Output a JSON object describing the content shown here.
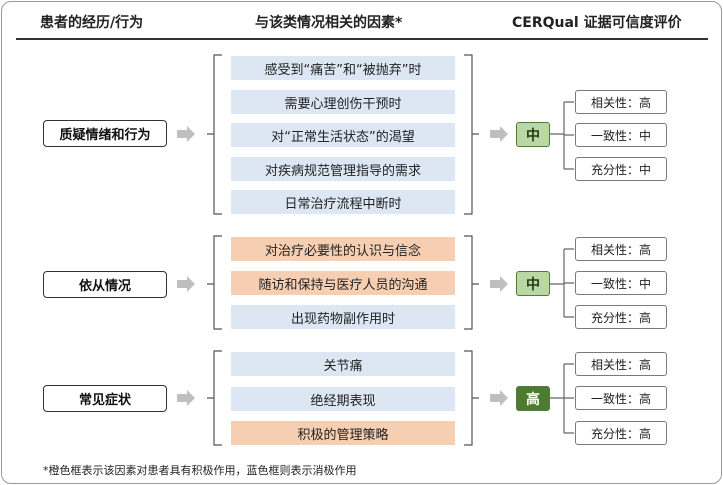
{
  "headers": {
    "experience": "患者的经历/行为",
    "factors": "与该类情况相关的因素*",
    "cerqual": "CERQual 证据可信度评价"
  },
  "groups": [
    {
      "category": "质疑情绪和行为",
      "factors": [
        {
          "text": "感受到“痛苦”和“被抛弃”时",
          "type": "blue"
        },
        {
          "text": "需要心理创伤干预时",
          "type": "blue"
        },
        {
          "text": "对“正常生活状态”的渴望",
          "type": "blue"
        },
        {
          "text": "对疾病规范管理指导的需求",
          "type": "blue"
        },
        {
          "text": "日常治疗流程中断时",
          "type": "blue"
        }
      ],
      "confidence": "中",
      "confidence_style": "light",
      "criteria": [
        "相关性：高",
        "一致性：中",
        "充分性：中"
      ]
    },
    {
      "category": "依从情况",
      "factors": [
        {
          "text": "对治疗必要性的认识与信念",
          "type": "orange"
        },
        {
          "text": "随访和保持与医疗人员的沟通",
          "type": "orange"
        },
        {
          "text": "出现药物副作用时",
          "type": "blue"
        }
      ],
      "confidence": "中",
      "confidence_style": "light",
      "criteria": [
        "相关性：高",
        "一致性：中",
        "充分性：高"
      ]
    },
    {
      "category": "常见症状",
      "factors": [
        {
          "text": "关节痛",
          "type": "blue"
        },
        {
          "text": "绝经期表现",
          "type": "blue"
        },
        {
          "text": "积极的管理策略",
          "type": "orange"
        }
      ],
      "confidence": "高",
      "confidence_style": "dark",
      "criteria": [
        "相关性：高",
        "一致性：高",
        "充分性：高"
      ]
    }
  ],
  "footnote": "*橙色框表示该因素对患者具有积极作用，蓝色框则表示消极作用",
  "colors": {
    "factor_blue": "#dde7f4",
    "factor_orange": "#f6cfb3",
    "confidence_light": "#b9d8a4",
    "confidence_dark": "#4d7b2f",
    "arrow_gray": "#bfbfbf"
  }
}
